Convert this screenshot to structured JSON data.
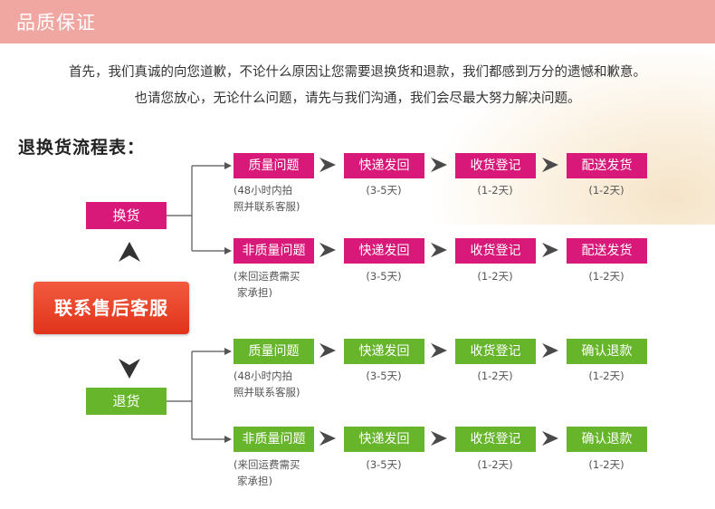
{
  "header": {
    "title": "品质保证"
  },
  "apology": {
    "line1": "首先，我们真诚的向您道歉，不论什么原因让您需要退换货和退款，我们都感到万分的遗憾和歉意。",
    "line2": "也请您放心，无论什么问题，请先与我们沟通，我们会尽最大努力解决问题。"
  },
  "flow": {
    "heading": "退换货流程表：",
    "contact": "联系售后客服",
    "exchange": {
      "label": "换货",
      "color": "#d9197a",
      "rows": [
        {
          "reason": "质量问题",
          "reason_note": [
            "(48小时内拍",
            "照并联系客服)"
          ],
          "steps": [
            {
              "label": "快递发回",
              "note": "(3-5天)"
            },
            {
              "label": "收货登记",
              "note": "(1-2天)"
            },
            {
              "label": "配送发货",
              "note": "(1-2天)"
            }
          ]
        },
        {
          "reason": "非质量问题",
          "reason_note": [
            "(来回运费需买",
            "家承担)"
          ],
          "steps": [
            {
              "label": "快递发回",
              "note": "(3-5天)"
            },
            {
              "label": "收货登记",
              "note": "(1-2天)"
            },
            {
              "label": "配送发货",
              "note": "(1-2天)"
            }
          ]
        }
      ]
    },
    "refund": {
      "label": "退货",
      "color": "#67b52b",
      "rows": [
        {
          "reason": "质量问题",
          "reason_note": [
            "(48小时内拍",
            "照并联系客服)"
          ],
          "steps": [
            {
              "label": "快递发回",
              "note": "(3-5天)"
            },
            {
              "label": "收货登记",
              "note": "(1-2天)"
            },
            {
              "label": "确认退款",
              "note": "(1-2天)"
            }
          ]
        },
        {
          "reason": "非质量问题",
          "reason_note": [
            "(来回运费需买",
            "家承担)"
          ],
          "steps": [
            {
              "label": "快递发回",
              "note": "(3-5天)"
            },
            {
              "label": "收货登记",
              "note": "(1-2天)"
            },
            {
              "label": "确认退款",
              "note": "(1-2天)"
            }
          ]
        }
      ]
    }
  },
  "colors": {
    "header": "#f0a7a2",
    "contact": "#e8432a",
    "arrow": "#4a4a4a"
  }
}
